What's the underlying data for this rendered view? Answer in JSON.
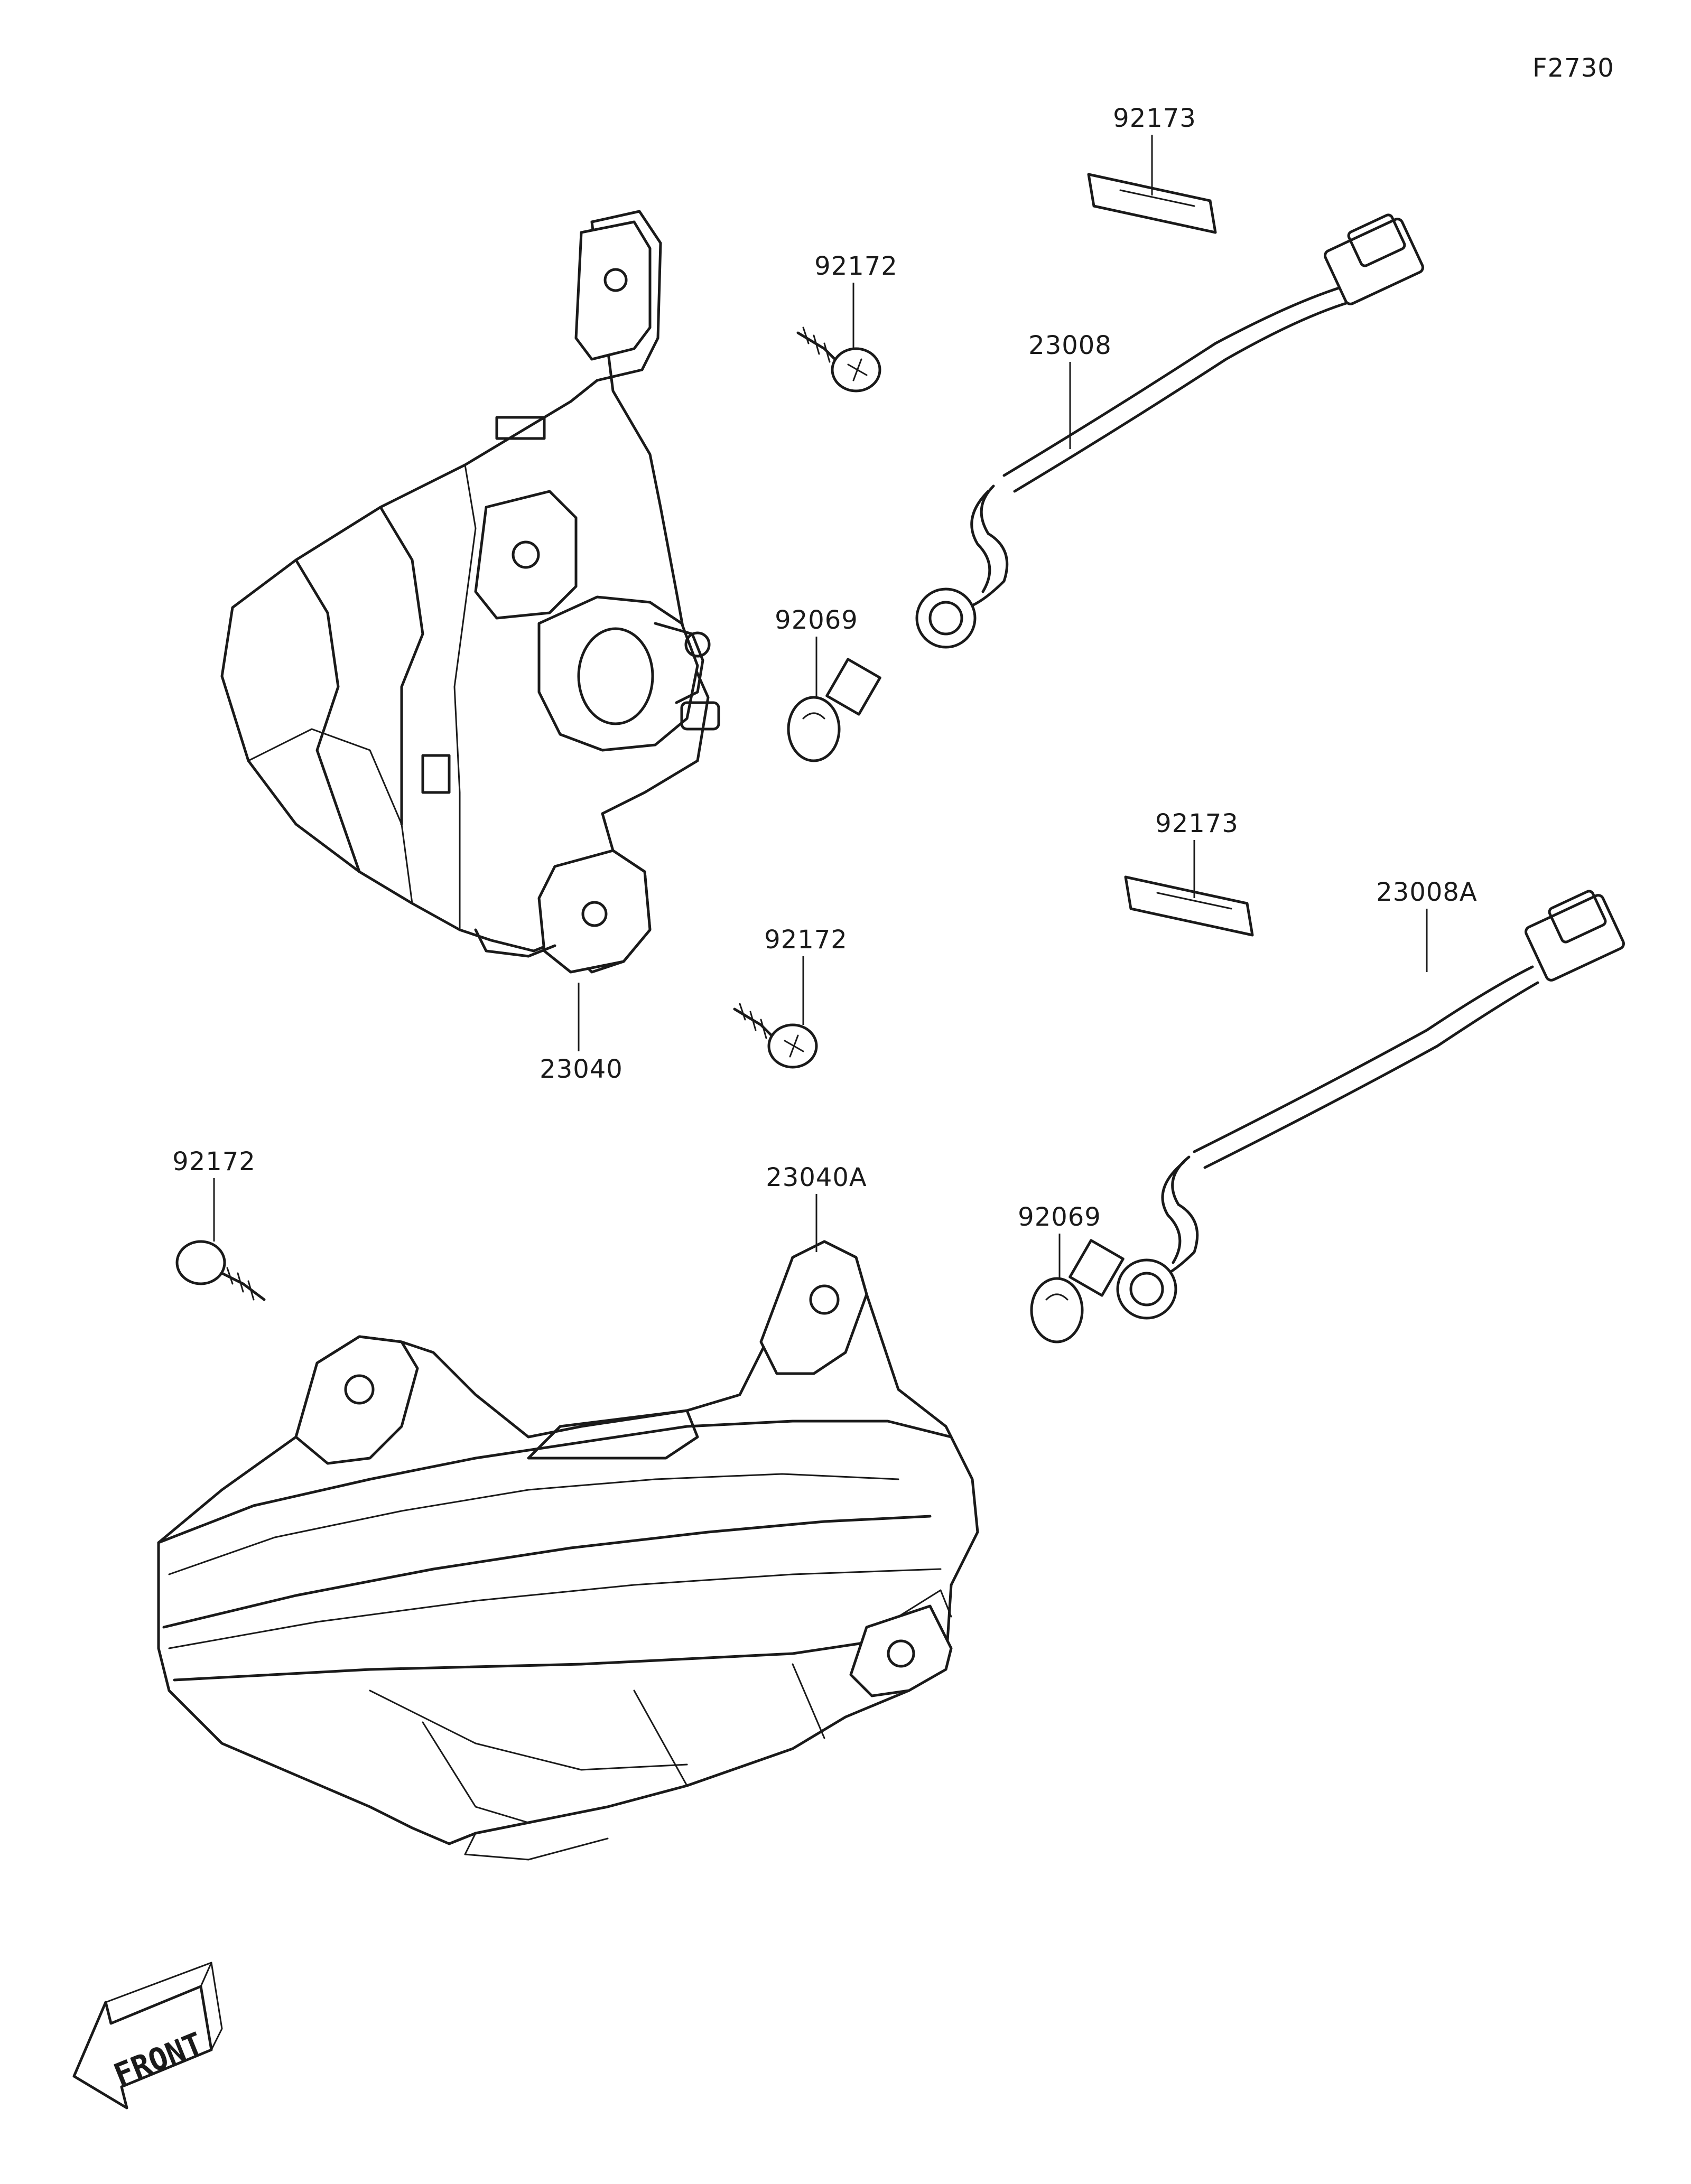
{
  "diagram": {
    "code": "F2730",
    "front_label": "FRONT"
  },
  "parts": [
    {
      "id": "p1",
      "number": "92173"
    },
    {
      "id": "p2",
      "number": "92172"
    },
    {
      "id": "p3",
      "number": "23008"
    },
    {
      "id": "p4",
      "number": "92069"
    },
    {
      "id": "p5",
      "number": "92173"
    },
    {
      "id": "p6",
      "number": "23008A"
    },
    {
      "id": "p7",
      "number": "92172"
    },
    {
      "id": "p8",
      "number": "23040"
    },
    {
      "id": "p9",
      "number": "92172"
    },
    {
      "id": "p10",
      "number": "23040A"
    },
    {
      "id": "p11",
      "number": "92069"
    }
  ]
}
